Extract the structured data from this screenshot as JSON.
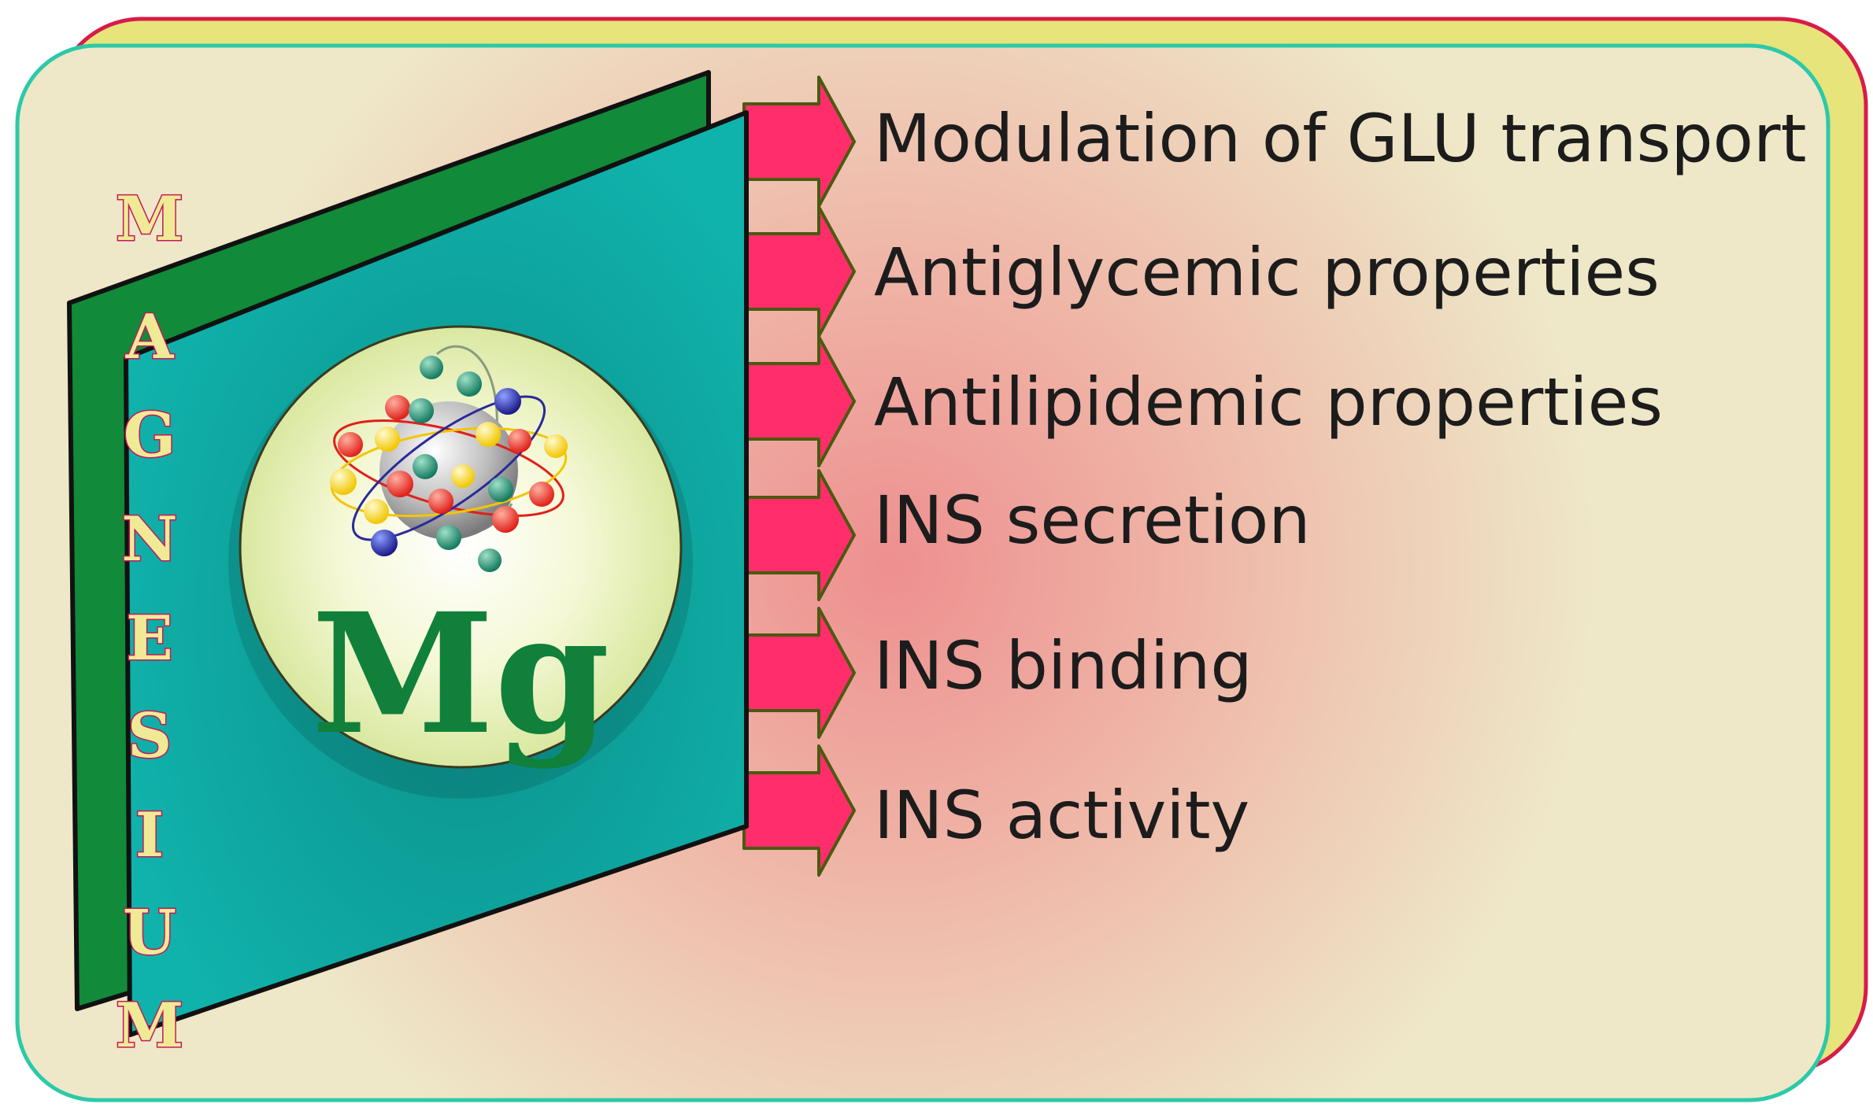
{
  "element": {
    "symbol": "Mg",
    "name_letters": [
      "M",
      "A",
      "G",
      "N",
      "E",
      "S",
      "I",
      "U",
      "M"
    ]
  },
  "effects": [
    {
      "label": "Modulation of GLU transport"
    },
    {
      "label": "Antiglycemic properties"
    },
    {
      "label": "Antilipidemic properties"
    },
    {
      "label": "INS secretion"
    },
    {
      "label": "INS binding"
    },
    {
      "label": "INS activity"
    }
  ],
  "colors": {
    "background_card": "#eee8c8",
    "back_card_yellow": "#e6e47a",
    "back_card_border": "#d81b4a",
    "front_card_border": "#2cc9a8",
    "panel_green": "#118a3a",
    "panel_teal": "#10b3ac",
    "arrow_pink": "#ff2e6a",
    "arrow_outline": "#4a5a10",
    "symbol_green": "#10803a",
    "letter_fill": "#f0ea96",
    "letter_outline": "#c2185b"
  }
}
